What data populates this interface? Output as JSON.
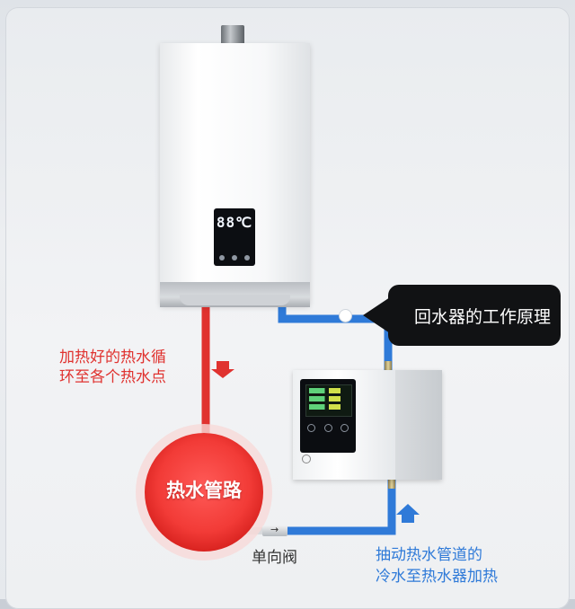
{
  "callout": {
    "text": "回水器的工作原理"
  },
  "heater": {
    "display": "88℃"
  },
  "labels": {
    "hot_water_circulation": [
      "加热好的热水循",
      "环至各个热水点"
    ],
    "hot_water_pipe": "热水管路",
    "check_valve": "单向阀",
    "pump_description": [
      "抽动热水管道的",
      "冷水至热水器加热"
    ]
  },
  "colors": {
    "hot": "#e0322f",
    "cold": "#2f7ad8",
    "callout_bg": "#111214"
  }
}
